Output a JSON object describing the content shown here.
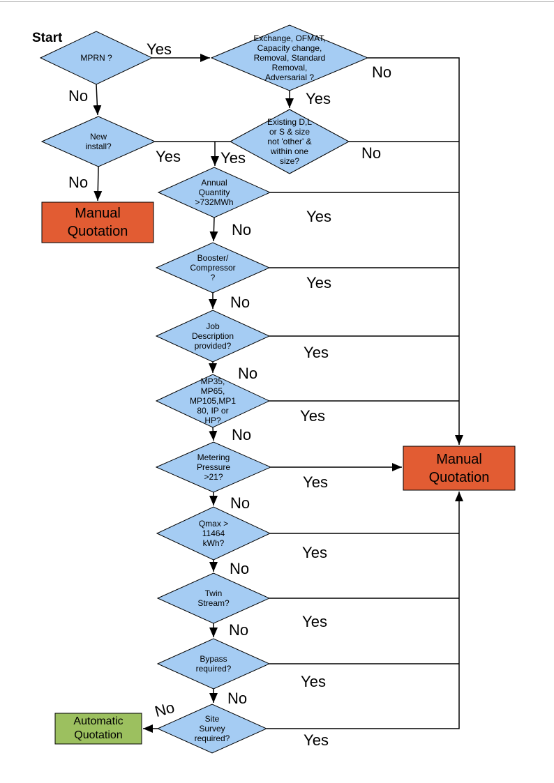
{
  "start_label": "Start",
  "decision_labels": {
    "yes": "Yes",
    "no": "No"
  },
  "colors": {
    "decision_fill": "#A5CCF3",
    "manual_fill": "#E25C33",
    "automatic_fill": "#9CC05F",
    "outline": "#000000"
  },
  "decisions": {
    "mprn": {
      "text": [
        "MPRN ?"
      ]
    },
    "exchange": {
      "text": [
        "Exchange, OFMAT,",
        "Capacity change,",
        "Removal, Standard",
        "Removal,",
        "Adversarial ?"
      ]
    },
    "new_install": {
      "text": [
        "New",
        "install?"
      ]
    },
    "existing": {
      "text": [
        "Existing D,L",
        "or S & size",
        "not 'other' &",
        "within one",
        "size?"
      ]
    },
    "annual": {
      "text": [
        "Annual",
        "Quantity",
        ">732MWh"
      ]
    },
    "booster": {
      "text": [
        "Booster/",
        "Compressor",
        "?"
      ]
    },
    "job": {
      "text": [
        "Job",
        "Description",
        "provided?"
      ]
    },
    "mp": {
      "text": [
        "MP35,",
        "MP65,",
        "MP105,MP1",
        "80, IP or",
        "HP?"
      ]
    },
    "metering": {
      "text": [
        "Metering",
        "Pressure",
        ">21?"
      ]
    },
    "qmax": {
      "text": [
        "Qmax >",
        "11464",
        "kWh?"
      ]
    },
    "twin": {
      "text": [
        "Twin",
        "Stream?"
      ]
    },
    "bypass": {
      "text": [
        "Bypass",
        "required?"
      ]
    },
    "site_survey": {
      "text": [
        "Site",
        "Survey",
        "required?"
      ]
    }
  },
  "terminals": {
    "manual_left": {
      "text": [
        "Manual",
        "Quotation"
      ]
    },
    "manual_right": {
      "text": [
        "Manual",
        "Quotation"
      ]
    },
    "automatic": {
      "text": [
        "Automatic",
        "Quotation"
      ]
    }
  }
}
